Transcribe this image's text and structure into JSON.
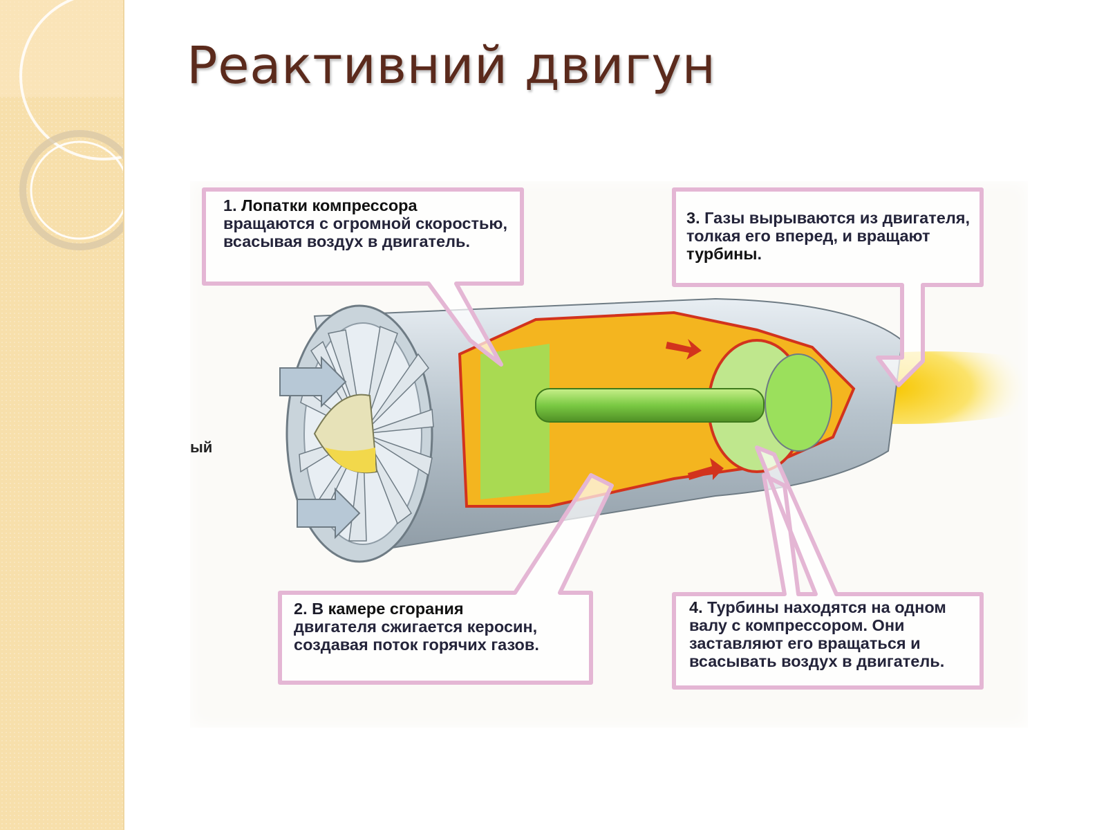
{
  "slide": {
    "title": "Реактивний двигун"
  },
  "figure": {
    "callouts": [
      {
        "number": "1.",
        "emphasis": "Лопатки компрессора",
        "text": "вращаются с огромной скоростью, всасывая воздух в двигатель."
      },
      {
        "number": "2. В",
        "emphasis": "камере сгорания",
        "text": "двигателя сжигается керосин, создавая поток горячих газов."
      },
      {
        "number": "3.",
        "text_before": "Газы вырываются из двигателя, толкая его вперед, и вращают",
        "emphasis": "турбины",
        "text_after": "."
      },
      {
        "number": "4.",
        "text": "Турбины находятся на одном валу с компрессором. Они заставляют его вращаться и всасывать воздух в двигатель."
      }
    ],
    "edge_text": "ый"
  },
  "colors": {
    "title": "#5b2a1c",
    "callout_border": "#e4b6d4",
    "flame": "#f7c600",
    "shaft": "#7ac943",
    "casing_red": "#d2331d"
  }
}
